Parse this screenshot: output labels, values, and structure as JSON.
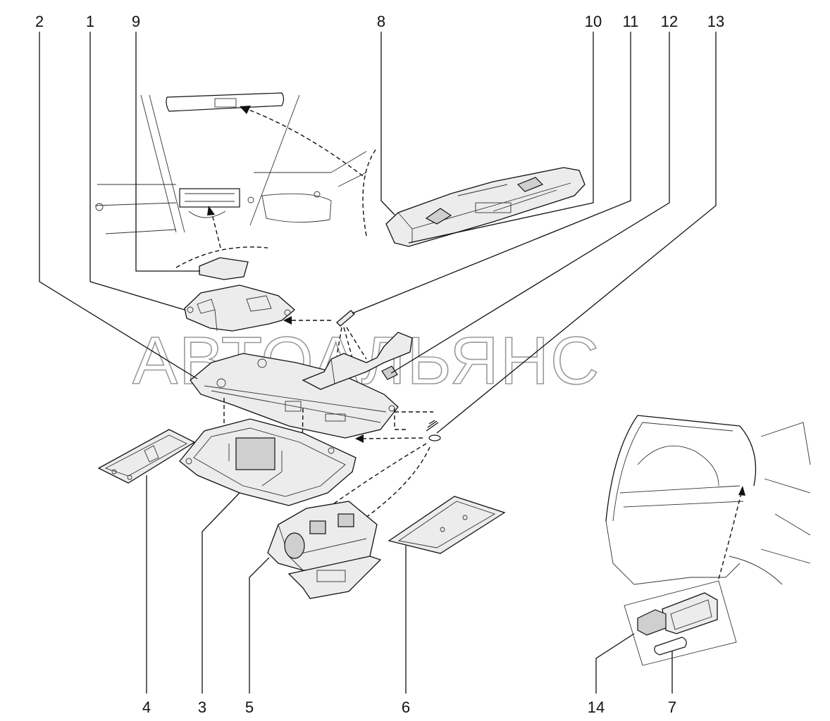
{
  "watermark": "АВТОАЛЬЯНС",
  "callouts": {
    "c1": "1",
    "c2": "2",
    "c3": "3",
    "c4": "4",
    "c5": "5",
    "c6": "6",
    "c7": "7",
    "c8": "8",
    "c9": "9",
    "c10": "10",
    "c11": "11",
    "c12": "12",
    "c13": "13",
    "c14": "14"
  }
}
